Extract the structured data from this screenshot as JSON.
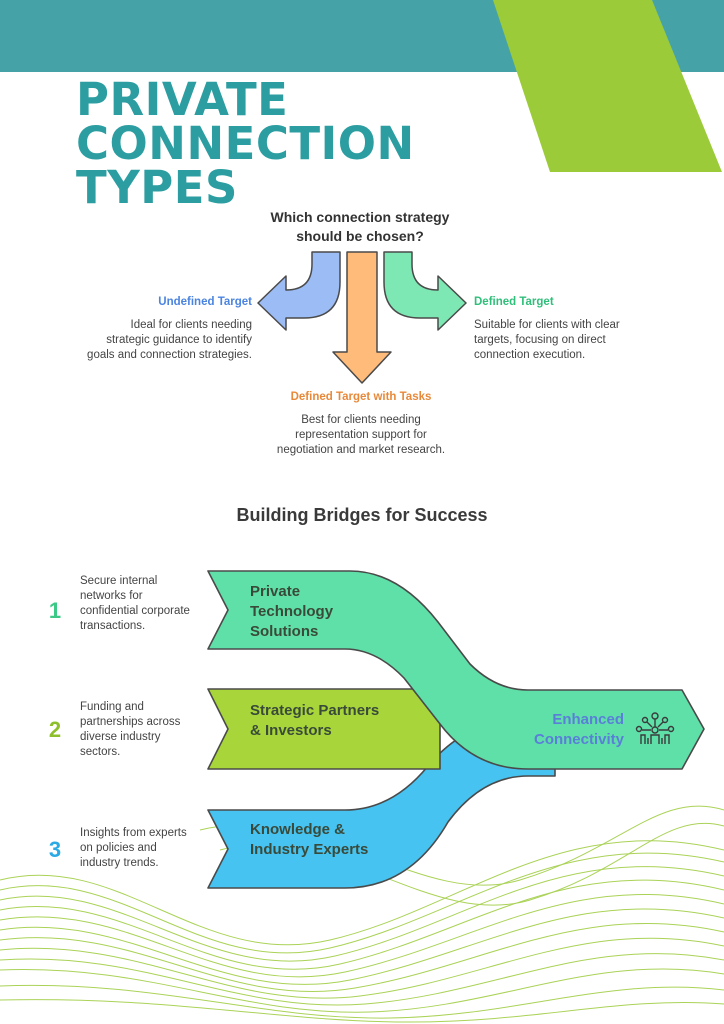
{
  "title": {
    "lines": [
      "PRIVATE",
      "CONNECTION",
      "TYPES"
    ]
  },
  "question": "Which connection strategy should be chosen?",
  "options": {
    "undefined": {
      "title": "Undefined Target",
      "desc": "Ideal for clients needing strategic guidance to identify goals and connection strategies."
    },
    "defined": {
      "title": "Defined Target",
      "desc": "Suitable for clients with clear targets, focusing on direct connection execution."
    },
    "tasks": {
      "title": "Defined Target with Tasks",
      "desc": "Best for clients needing representation support for negotiation and market research."
    }
  },
  "section2": {
    "title": "Building Bridges for Success",
    "steps": [
      {
        "number": "1",
        "desc": "Secure internal networks for confidential corporate transactions.",
        "label": "Private Technology Solutions"
      },
      {
        "number": "2",
        "desc": "Funding and partnerships across diverse industry sectors.",
        "label": "Strategic Partners & Investors"
      },
      {
        "number": "3",
        "desc": "Insights from experts on policies and industry trends.",
        "label": "Knowledge & Industry Experts"
      }
    ],
    "target": "Enhanced Connectivity",
    "target_icon": "network-people-icon"
  },
  "colors": {
    "teal_band": "#45a3a8",
    "lime": "#9acd32",
    "blue_arrow": "#9bbcf5",
    "orange_arrow": "#ffbb7a",
    "green_arrow": "#7de8b4",
    "band_green": "#5fe0a8",
    "band_lime": "#a8d63a",
    "band_blue": "#46c3f0"
  }
}
